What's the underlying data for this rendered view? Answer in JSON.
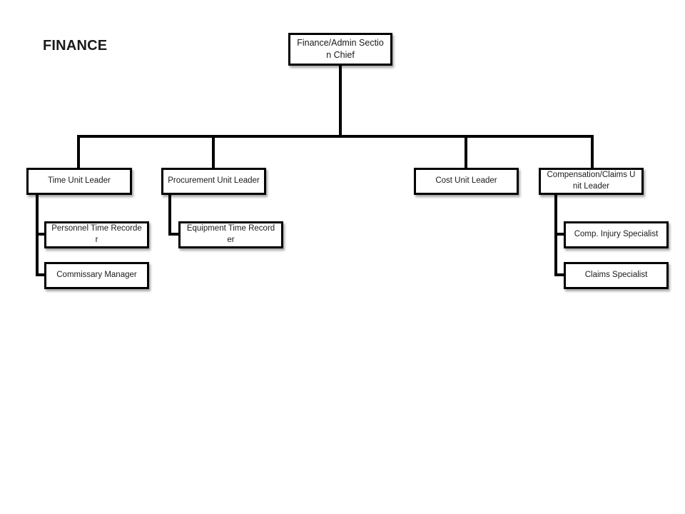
{
  "title": "FINANCE",
  "chart": {
    "root": "Finance/Admin Section Chief",
    "units": [
      {
        "label": "Time Unit Leader",
        "children": [
          "Personnel Time Recorder",
          "Commissary Manager"
        ]
      },
      {
        "label": "Procurement Unit Leader",
        "children": [
          "Equipment Time Recorder"
        ]
      },
      {
        "label": "Cost Unit Leader",
        "children": []
      },
      {
        "label": "Compensation/Claims Unit Leader",
        "children": [
          "Comp. Injury Specialist",
          "Claims Specialist"
        ]
      }
    ]
  },
  "colors": {
    "line": "#000000",
    "box_border": "#000000",
    "box_fill": "#ffffff"
  }
}
